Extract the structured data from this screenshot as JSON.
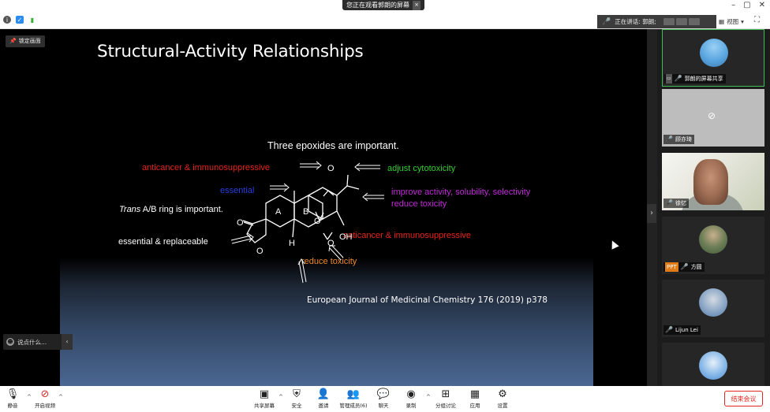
{
  "window": {
    "sharing_banner": "您正在观看郭朗的屏幕",
    "sharing_banner_close": "×",
    "controls": [
      "–",
      "▢",
      "✕"
    ]
  },
  "speaking": {
    "label": "正在讲话: 郭朗;",
    "view_label": "视图",
    "view_caret": "▾"
  },
  "main": {
    "pin_button": "锁定画面",
    "chat_placeholder": "说点什么...",
    "chat_collapse": "‹",
    "panel_collapse": "›"
  },
  "slide": {
    "title": "Structural-Activity Relationships",
    "annotations": {
      "three_epoxides": "Three epoxides are important.",
      "anticancer_top": "anticancer & immunosuppressive",
      "adjust_cytotoxicity": "adjust cytotoxicity",
      "essential": "essential",
      "improve_activity": "improve activity,  solubility, selectivity",
      "reduce_toxicity_right": "reduce toxicity",
      "trans_ring_italic": "Trans",
      "trans_ring_rest": " A/B ring is important.",
      "essential_replaceable": "essential & replaceable",
      "anticancer_bottom": "anticancer & immunosuppressive",
      "reduce_toxicity_bottom": "reduce toxicity"
    },
    "molecule": {
      "ring_a": "A",
      "ring_b": "B",
      "oh": "OH",
      "h": "H",
      "o_top": "O",
      "o_mid": "O",
      "o_right": "O",
      "o_lactone_carbonyl": "O",
      "o_lactone_ring": "O"
    },
    "citation": "European Journal of Medicinal Chemistry 176 (2019) p378",
    "colors": {
      "red": "#e8231d",
      "green": "#2fcf2f",
      "blue": "#2a3fe0",
      "magenta": "#c12bd8",
      "orange": "#f08a2a",
      "white": "#ffffff"
    }
  },
  "participants": [
    {
      "name": "郭朗的屏幕共享",
      "avatar": "sky-avatar",
      "sharing": true
    },
    {
      "name": "顾亦琦",
      "camera_off": true
    },
    {
      "name": "徐忆",
      "video": true
    },
    {
      "name": "方圆",
      "avatar": "portrait-avatar",
      "badge": "PPT"
    },
    {
      "name": "Lijun Lei",
      "avatar": "jet-avatar"
    },
    {
      "name": "",
      "avatar": "sky-avatar"
    }
  ],
  "toolbar": {
    "mute": "静音",
    "video": "开启视频",
    "share": "共享屏幕",
    "security": "安全",
    "invite": "邀请",
    "participants": "管理成员(6)",
    "chat": "聊天",
    "record": "录制",
    "breakout": "分组讨论",
    "apps": "应用",
    "settings": "设置",
    "end": "结束会议"
  }
}
